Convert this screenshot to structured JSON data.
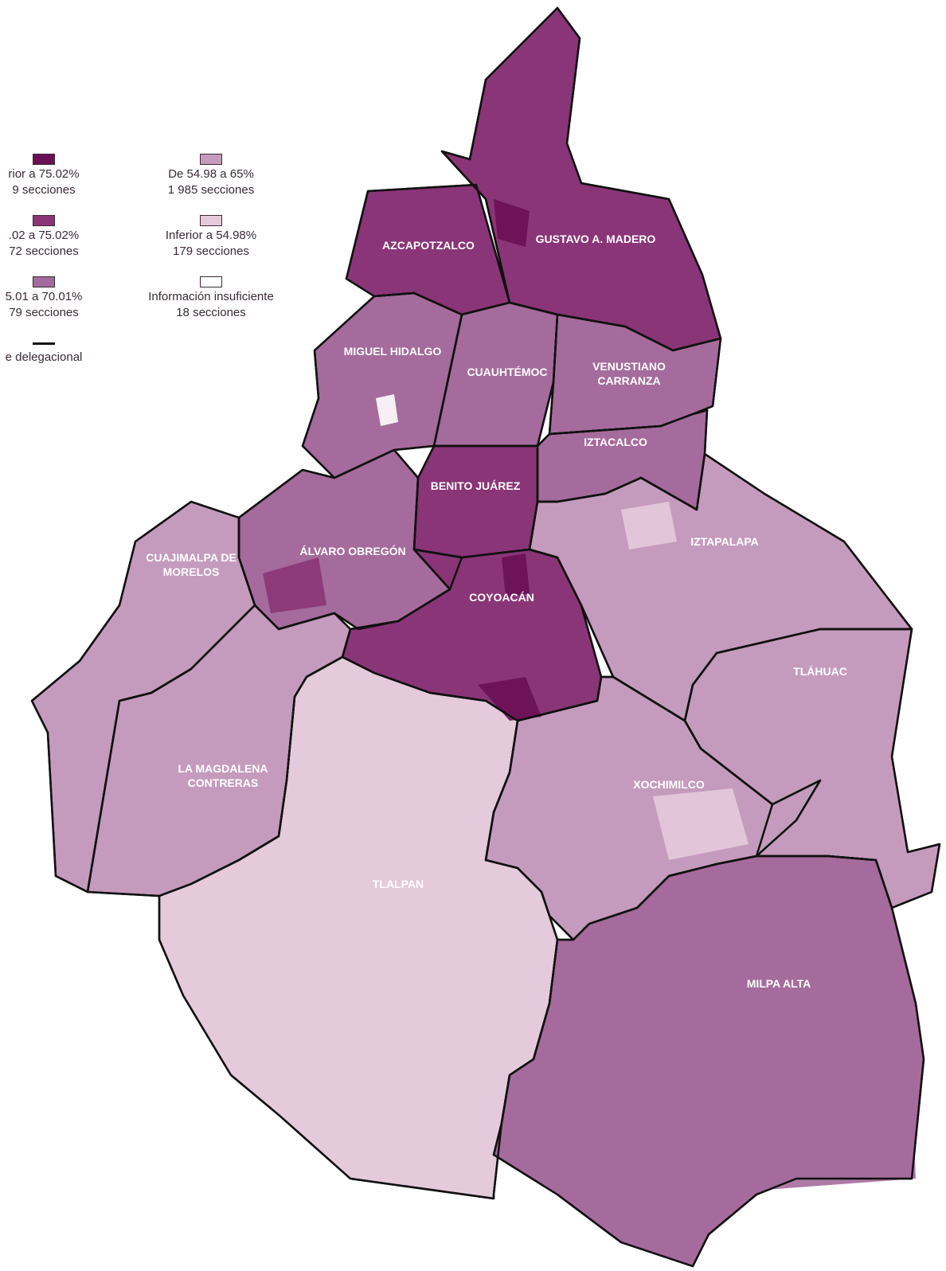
{
  "colors": {
    "c1": "#6b0f55",
    "c2": "#8a3577",
    "c3": "#a56b9c",
    "c4": "#c59bbd",
    "c5": "#e4cadb",
    "c6": "#ffffff",
    "border": "#111111"
  },
  "legend": [
    {
      "label": "rior a 75.02%",
      "count": "9 secciones",
      "color": "c1"
    },
    {
      "label": "De 54.98 a 65%",
      "count": "1 985 secciones",
      "color": "c4"
    },
    {
      "label": ".02 a 75.02%",
      "count": "72 secciones",
      "color": "c2"
    },
    {
      "label": "Inferior a 54.98%",
      "count": "179 secciones",
      "color": "c5"
    },
    {
      "label": "5.01 a 70.01%",
      "count": "79 secciones",
      "color": "c3"
    },
    {
      "label": "Información insuficiente",
      "count": "18 secciones",
      "color": "c6"
    },
    {
      "label": "e delegacional"
    }
  ],
  "districts": [
    {
      "name": "AZCAPOTZALCO",
      "fill": "c2"
    },
    {
      "name": "GUSTAVO A. MADERO",
      "fill": "c2"
    },
    {
      "name": "MIGUEL HIDALGO",
      "fill": "c3"
    },
    {
      "name": "CUAUHTÉMOC",
      "fill": "c3"
    },
    {
      "name": "VENUSTIANO",
      "line2": "CARRANZA",
      "fill": "c3"
    },
    {
      "name": "IZTACALCO",
      "fill": "c3"
    },
    {
      "name": "BENITO JUÁREZ",
      "fill": "c2"
    },
    {
      "name": "IZTAPALAPA",
      "fill": "c4"
    },
    {
      "name": "ÁLVARO OBREGÓN",
      "fill": "c3"
    },
    {
      "name": "CUAJIMALPA DE",
      "line2": "MORELOS",
      "fill": "c4"
    },
    {
      "name": "COYOACÁN",
      "fill": "c2"
    },
    {
      "name": "TLÁHUAC",
      "fill": "c4"
    },
    {
      "name": "LA MAGDALENA",
      "line2": "CONTRERAS",
      "fill": "c4"
    },
    {
      "name": "XOCHIMILCO",
      "fill": "c4"
    },
    {
      "name": "TLALPAN",
      "fill": "c5"
    },
    {
      "name": "MILPA ALTA",
      "fill": "c3"
    }
  ]
}
